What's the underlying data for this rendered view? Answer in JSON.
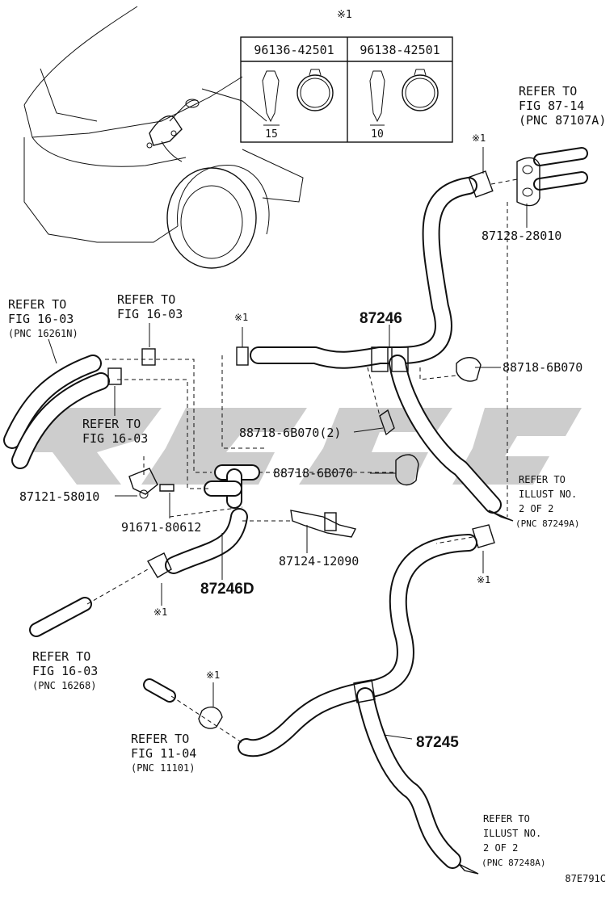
{
  "diagram": {
    "code": "87E791C",
    "note_mark": "※1",
    "table": {
      "mark": "※1",
      "col1": {
        "part": "96136-42501",
        "dim": "15"
      },
      "col2": {
        "part": "96138-42501",
        "dim": "10"
      }
    },
    "refs": {
      "r1": {
        "l1": "REFER TO",
        "l2": "FIG 87-14",
        "l3": "(PNC 87107A)"
      },
      "r2": {
        "l1": "REFER TO",
        "l2": "FIG 16-03",
        "l3": "(PNC 16261N)"
      },
      "r3": {
        "l1": "REFER TO",
        "l2": "FIG 16-03"
      },
      "r4": {
        "l1": "REFER TO",
        "l2": "FIG 16-03"
      },
      "r5": {
        "l1": "REFER TO",
        "l2": "ILLUST NO.",
        "l3": "2 OF 2",
        "l4": "(PNC 87249A)"
      },
      "r6": {
        "l1": "REFER TO",
        "l2": "FIG 16-03",
        "l3": "(PNC 16268)"
      },
      "r7": {
        "l1": "REFER TO",
        "l2": "FIG 11-04",
        "l3": "(PNC 11101)"
      },
      "r8": {
        "l1": "REFER TO",
        "l2": "ILLUST NO.",
        "l3": "2 OF 2",
        "l4": "(PNC 87248A)"
      }
    },
    "parts": {
      "p87128": "87128-28010",
      "p87246": "87246",
      "p88718a": "88718-6B070",
      "p88718b": "88718-6B070(2)",
      "p88718c": "88718-6B070",
      "p87121": "87121-58010",
      "p91671": "91671-80612",
      "p87124": "87124-12090",
      "p87246d": "87246D",
      "p87245": "87245"
    }
  }
}
